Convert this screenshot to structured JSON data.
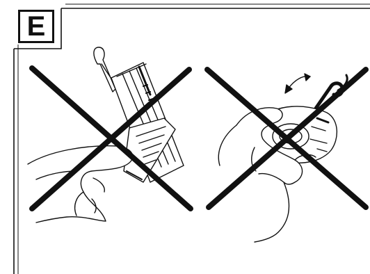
{
  "panel": {
    "label": "E"
  },
  "colors": {
    "ink": "#111111",
    "background": "#ffffff"
  },
  "figures": [
    {
      "name": "hand-holding-work-light-incorrect",
      "status": "prohibited"
    },
    {
      "name": "hand-rotating-hook-incorrect",
      "status": "prohibited"
    }
  ]
}
